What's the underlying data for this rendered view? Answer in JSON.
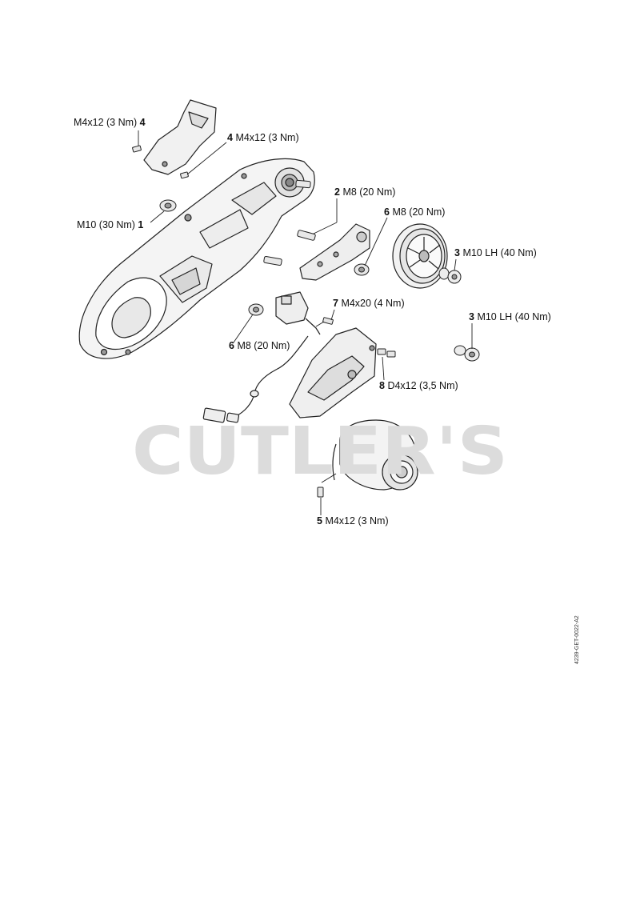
{
  "watermark": {
    "text": "CUTLER'S",
    "color": "#dcdcdc"
  },
  "drawing_code": "4239-GET-0022-A2",
  "callouts": [
    {
      "id": "c1",
      "number": "4",
      "spec": "M4x12 (3 Nm)",
      "number_side": "right"
    },
    {
      "id": "c2",
      "number": "4",
      "spec": "M4x12 (3 Nm)",
      "number_side": "left"
    },
    {
      "id": "c3",
      "number": "1",
      "spec": "M10 (30 Nm)",
      "number_side": "right"
    },
    {
      "id": "c4",
      "number": "2",
      "spec": "M8 (20 Nm)",
      "number_side": "left"
    },
    {
      "id": "c5",
      "number": "6",
      "spec": "M8 (20 Nm)",
      "number_side": "left"
    },
    {
      "id": "c6",
      "number": "3",
      "spec": "M10 LH (40 Nm)",
      "number_side": "left"
    },
    {
      "id": "c7",
      "number": "7",
      "spec": "M4x20 (4 Nm)",
      "number_side": "left"
    },
    {
      "id": "c8",
      "number": "3",
      "spec": "M10 LH (40 Nm)",
      "number_side": "left"
    },
    {
      "id": "c9",
      "number": "6",
      "spec": "M8 (20 Nm)",
      "number_side": "left"
    },
    {
      "id": "c10",
      "number": "8",
      "spec": "D4x12 (3,5 Nm)",
      "number_side": "left"
    },
    {
      "id": "c11",
      "number": "5",
      "spec": "M4x12 (3 Nm)",
      "number_side": "left"
    }
  ]
}
